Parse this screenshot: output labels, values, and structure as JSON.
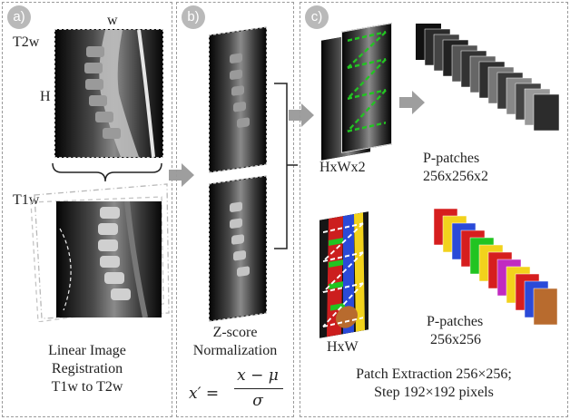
{
  "panels": {
    "a": {
      "badge": "a)",
      "label_t2": "T2w",
      "label_w": "w",
      "label_h": "H",
      "label_t1": "T1w",
      "caption_1": "Linear Image",
      "caption_2": "Registration",
      "caption_3": "T1w to T2w"
    },
    "b": {
      "badge": "b)",
      "caption_1": "Z-score",
      "caption_2": "Normalization",
      "formula_lhs": "x′ =",
      "formula_num": "x − μ",
      "formula_den": "σ"
    },
    "c": {
      "badge": "c)",
      "dims_top": "HxWx2",
      "patches_top_1": "P-patches",
      "patches_top_2": "256x256x2",
      "dims_bottom": "HxW",
      "patches_bottom_1": "P-patches",
      "patches_bottom_2": "256x256",
      "caption_1": "Patch Extraction 256×256;",
      "caption_2": "Step 192×192 pixels"
    }
  },
  "colors": {
    "arrow": "#9e9e9e",
    "grid_arrow": "#22c422",
    "dashed_border": "#9a9a9a"
  }
}
